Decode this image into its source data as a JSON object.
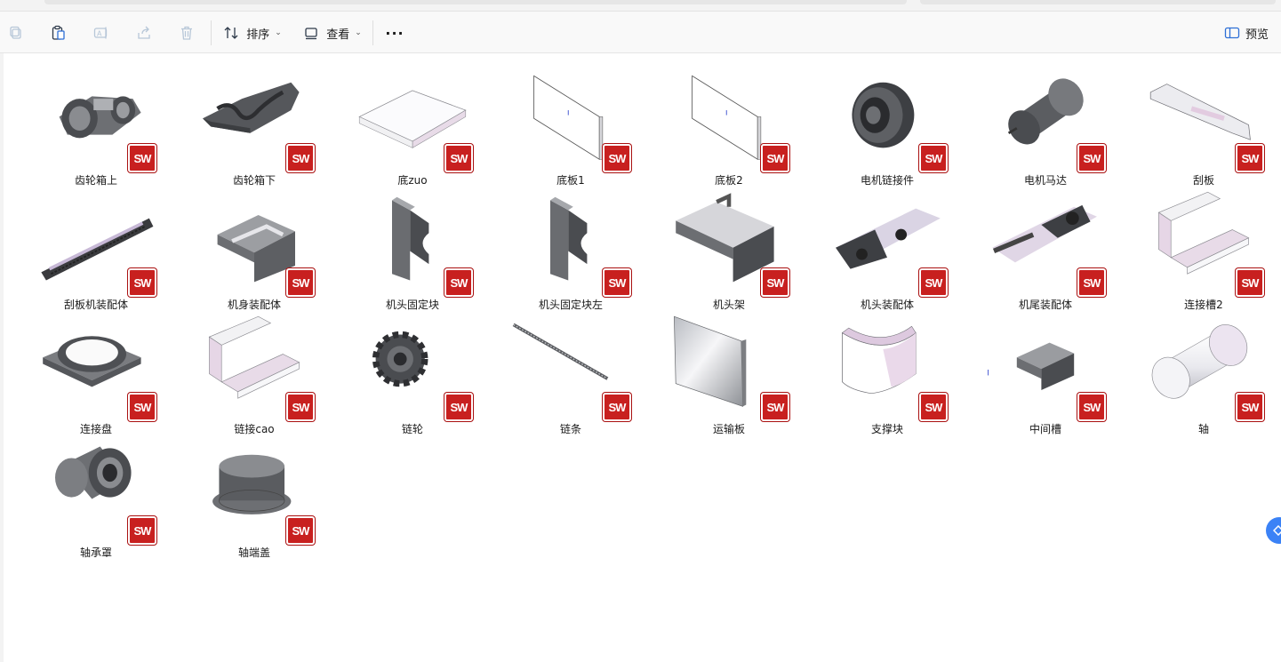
{
  "toolbar": {
    "buttons": [
      {
        "icon": "copy-icon",
        "enabled": false
      },
      {
        "icon": "paste-icon",
        "enabled": true
      },
      {
        "icon": "rename-icon",
        "enabled": false
      },
      {
        "icon": "share-icon",
        "enabled": false
      },
      {
        "icon": "delete-icon",
        "enabled": false
      }
    ],
    "sort_label": "排序",
    "view_label": "查看",
    "more_label": "···",
    "preview_label": "预览"
  },
  "badge_text": "SW",
  "files": [
    {
      "name": "齿轮箱上",
      "shape": "gearbox-top"
    },
    {
      "name": "齿轮箱下",
      "shape": "gearbox-bottom"
    },
    {
      "name": "底zuo",
      "shape": "plate-flat"
    },
    {
      "name": "底板1",
      "shape": "panel-tall"
    },
    {
      "name": "底板2",
      "shape": "panel-tall"
    },
    {
      "name": "电机链接件",
      "shape": "pulley"
    },
    {
      "name": "电机马达",
      "shape": "motor"
    },
    {
      "name": "刮板",
      "shape": "scraper"
    },
    {
      "name": "刮板机装配体",
      "shape": "chain-assembly"
    },
    {
      "name": "机身装配体",
      "shape": "body-assembly"
    },
    {
      "name": "机头固定块",
      "shape": "bracket"
    },
    {
      "name": "机头固定块左",
      "shape": "bracket"
    },
    {
      "name": "机头架",
      "shape": "frame"
    },
    {
      "name": "机头装配体",
      "shape": "head-assembly"
    },
    {
      "name": "机尾装配体",
      "shape": "tail-assembly"
    },
    {
      "name": "连接槽2",
      "shape": "trough"
    },
    {
      "name": "连接盘",
      "shape": "flange"
    },
    {
      "name": "链接cao",
      "shape": "trough"
    },
    {
      "name": "链轮",
      "shape": "sprocket"
    },
    {
      "name": "链条",
      "shape": "chain"
    },
    {
      "name": "运输板",
      "shape": "plate-shiny"
    },
    {
      "name": "支撑块",
      "shape": "support"
    },
    {
      "name": "中间槽",
      "shape": "middle-trough"
    },
    {
      "name": "轴",
      "shape": "shaft"
    },
    {
      "name": "轴承罩",
      "shape": "bearing-cover"
    },
    {
      "name": "轴端盖",
      "shape": "end-cap"
    }
  ]
}
